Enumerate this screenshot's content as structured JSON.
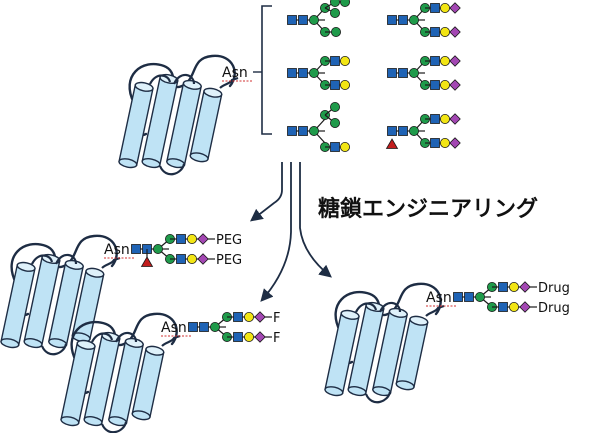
{
  "anchor_label": "Asn",
  "title": "糖鎖エンジニアリング",
  "payloads": {
    "peg": "PEG",
    "fluor": "F",
    "drug": "Drug"
  },
  "colors": {
    "glcnac": "#1f63b5",
    "mannose": "#1f9a4a",
    "galactose": "#f2e514",
    "sialic_acid": "#a347b3",
    "fucose": "#c21d1d",
    "protein_helix": "#bfe3f5",
    "protein_stroke": "#1e2d44",
    "asn_underline": "#d03030"
  },
  "glycan_library": [
    {
      "name": "high-mannose"
    },
    {
      "name": "complex-galactosylated"
    },
    {
      "name": "hybrid-galactosylated"
    },
    {
      "name": "complex-sialylated"
    },
    {
      "name": "high-mannose-branched"
    },
    {
      "name": "fucosylated-sialylated"
    }
  ],
  "conjugates": [
    {
      "name": "peg-conjugate",
      "payload_key": "peg",
      "fucosylated": true
    },
    {
      "name": "fluorophore-conjugate",
      "payload_key": "fluor",
      "fucosylated": false
    },
    {
      "name": "drug-conjugate",
      "payload_key": "drug",
      "fucosylated": false
    }
  ]
}
